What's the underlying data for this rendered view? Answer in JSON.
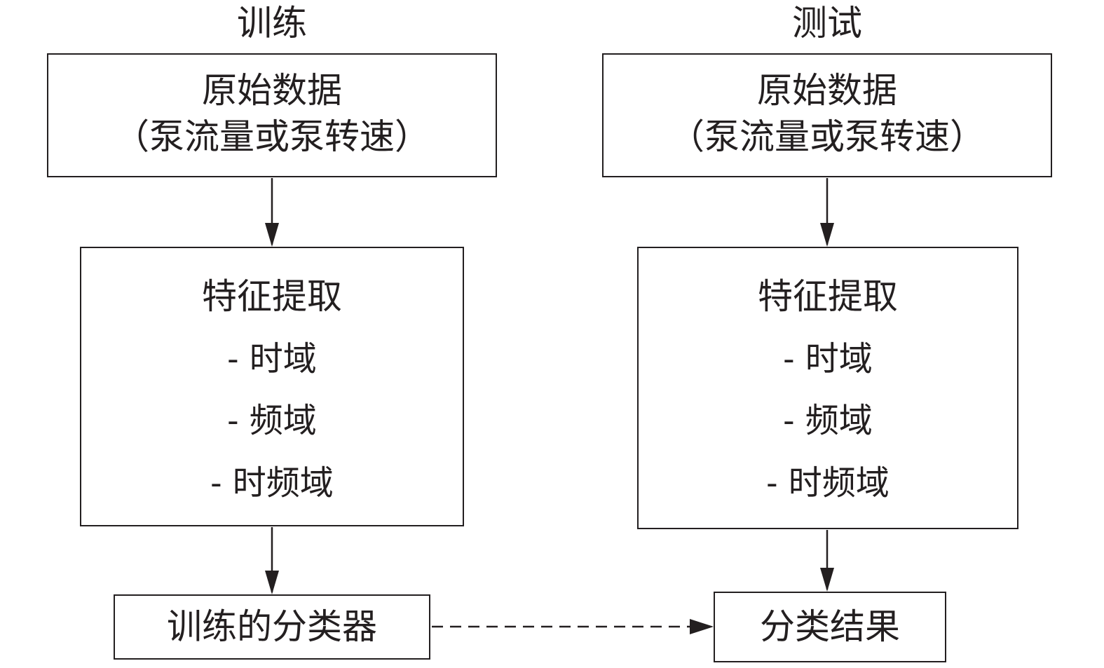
{
  "train": {
    "heading": "训练",
    "raw_data": {
      "line1": "原始数据",
      "line2": "（泵流量或泵转速）"
    },
    "feature_extraction": {
      "title": "特征提取",
      "items": [
        "- 时域",
        "- 频域",
        "- 时频域"
      ]
    },
    "output": "训练的分类器"
  },
  "test": {
    "heading": "测试",
    "raw_data": {
      "line1": "原始数据",
      "line2": "（泵流量或泵转速）"
    },
    "feature_extraction": {
      "title": "特征提取",
      "items": [
        "- 时域",
        "- 频域",
        "- 时频域"
      ]
    },
    "output": "分类结果"
  }
}
